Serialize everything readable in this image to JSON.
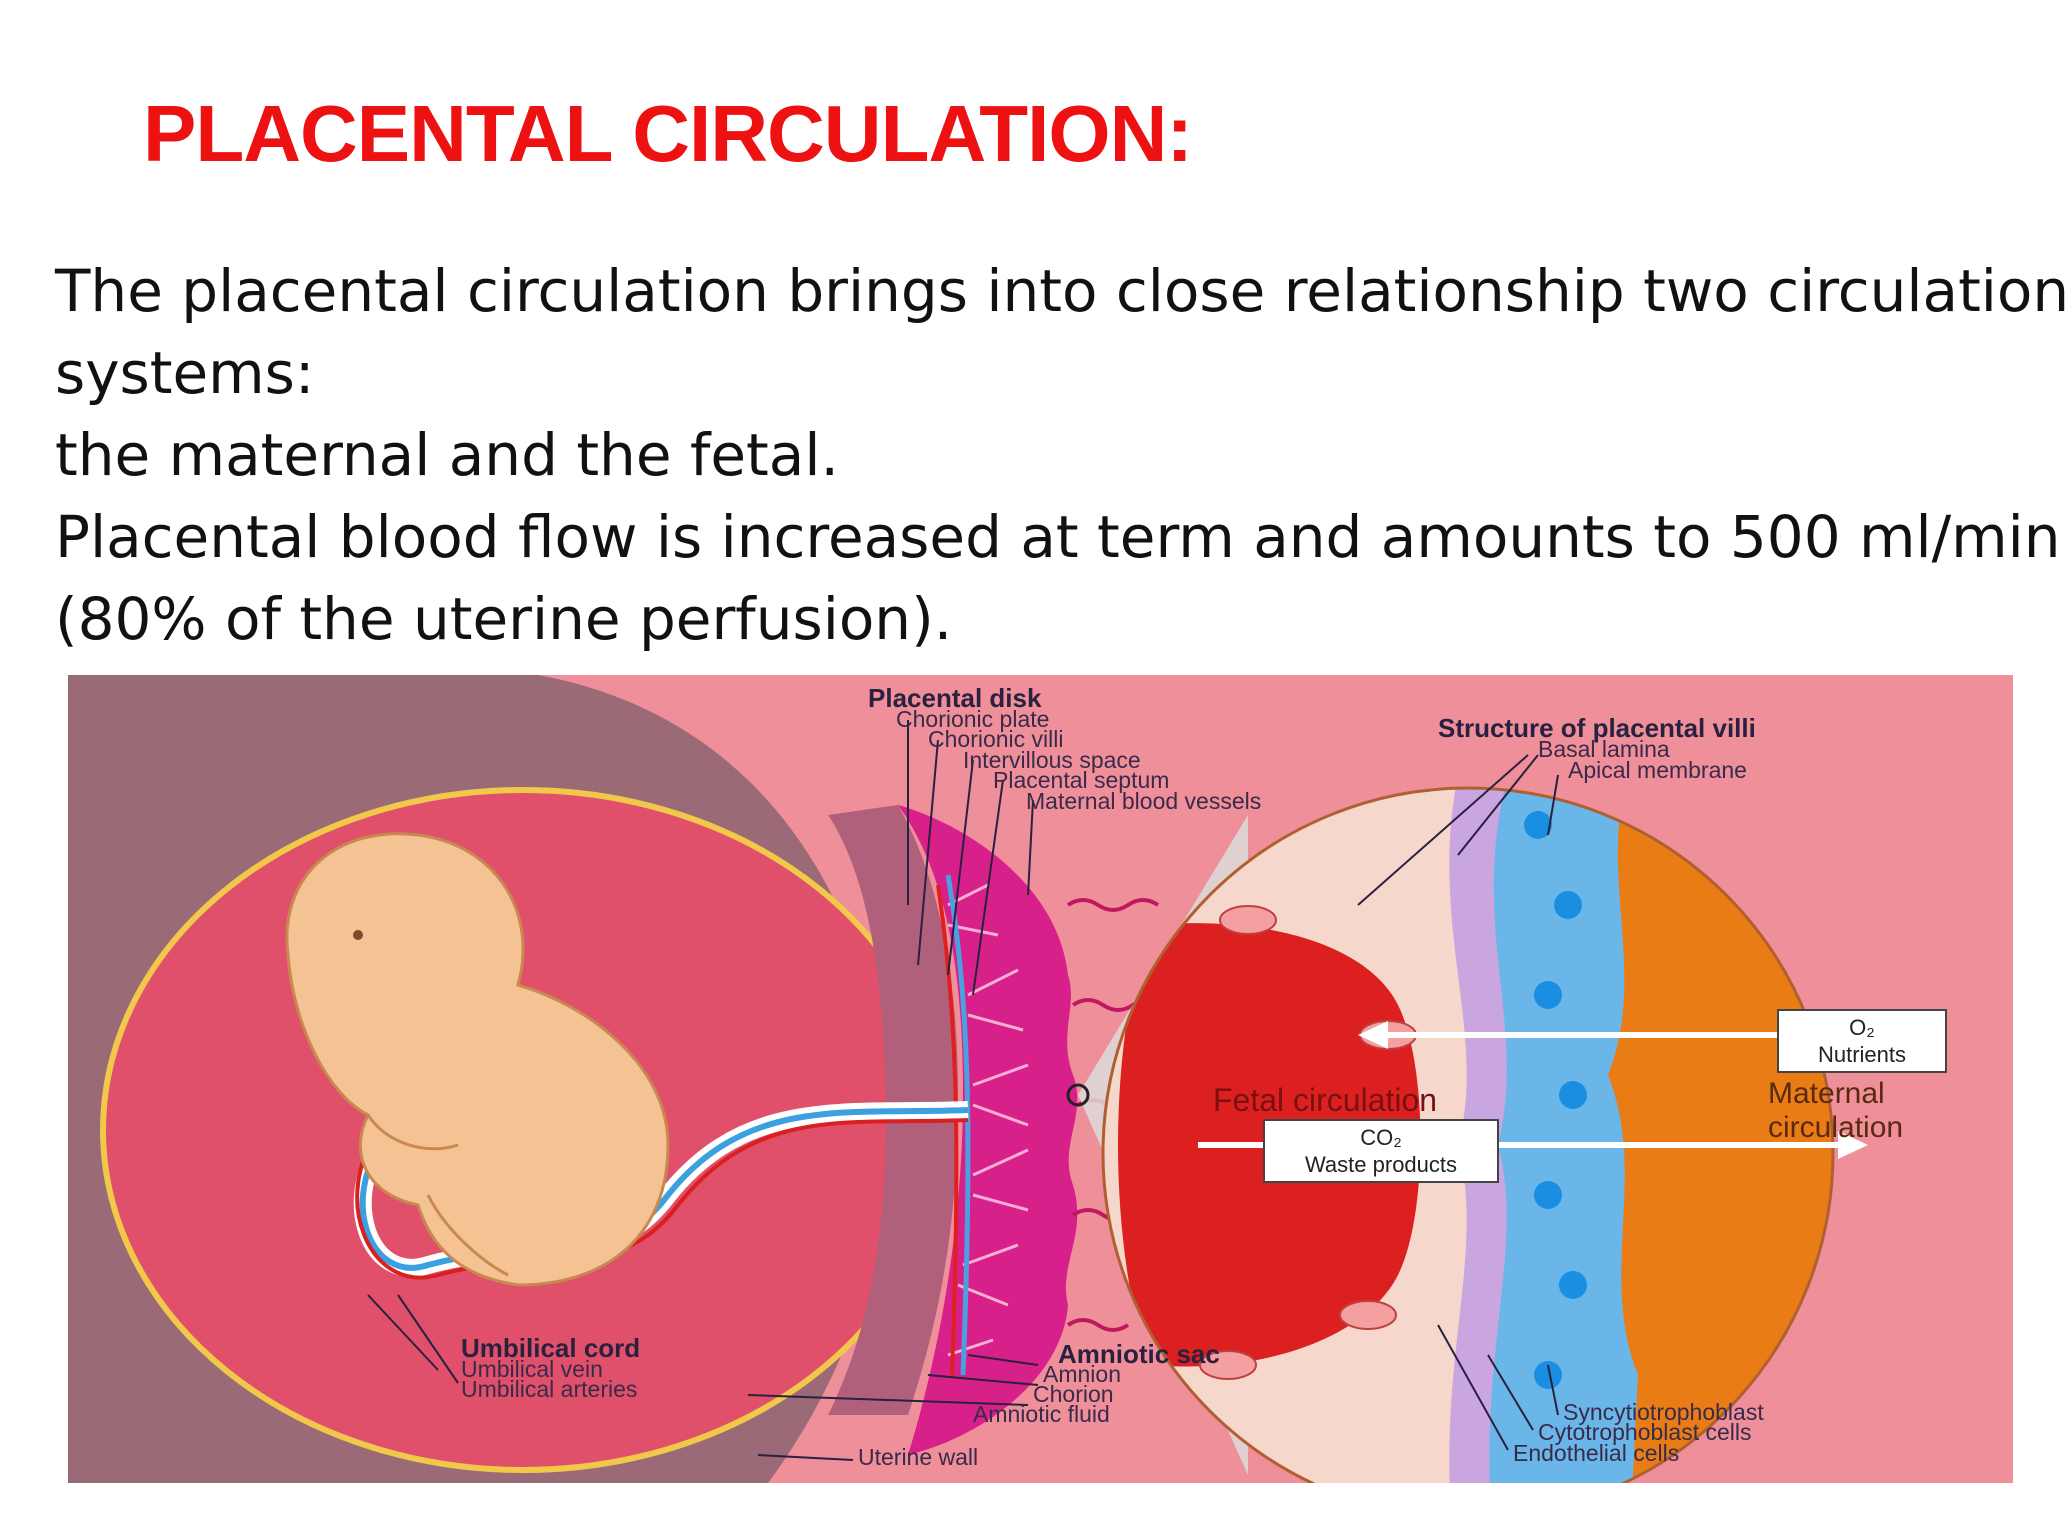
{
  "title": "PLACENTAL CIRCULATION:",
  "paragraph": [
    "The placental circulation brings into close relationship two circulation",
    "systems:",
    "the maternal and the fetal.",
    "Placental blood flow is increased at term and amounts to 500 ml/min",
    "(80% of the uterine perfusion)."
  ],
  "diagram": {
    "placental_disk": {
      "heading": "Placental disk",
      "items": [
        "Chorionic plate",
        "Chorionic villi",
        "Intervillous space",
        "Placental septum",
        "Maternal blood vessels"
      ]
    },
    "villi_structure": {
      "heading": "Structure of placental villi",
      "items": [
        "Basal lamina",
        "Apical membrane"
      ]
    },
    "umbilical_cord": {
      "heading": "Umbilical cord",
      "items": [
        "Umbilical vein",
        "Umbilical arteries"
      ]
    },
    "amniotic_sac": {
      "heading": "Amniotic sac",
      "items": [
        "Amnion",
        "Chorion",
        "Amniotic fluid"
      ]
    },
    "uterine_wall": "Uterine wall",
    "fetal_circulation": "Fetal circulation",
    "maternal_circulation": [
      "Maternal",
      "circulation"
    ],
    "exchange_in": [
      "O₂",
      "Nutrients"
    ],
    "exchange_out": [
      "CO₂",
      "Waste products"
    ],
    "cell_labels": [
      "Syncytiotrophoblast",
      "Cytotrophoblast cells",
      "Endothelial cells"
    ],
    "colors": {
      "title": "#ee1111",
      "background": "#ef8f9a",
      "uterus": "#e0506a",
      "myometrium": "#9a6a76",
      "yolk_ring": "#f2c84a",
      "fetus": "#f4c293",
      "placenta": "#d8208a",
      "fetal_blood": "#dc2020",
      "maternal_blood": "#ea7c16",
      "membrane": "#6ab6e8"
    }
  }
}
